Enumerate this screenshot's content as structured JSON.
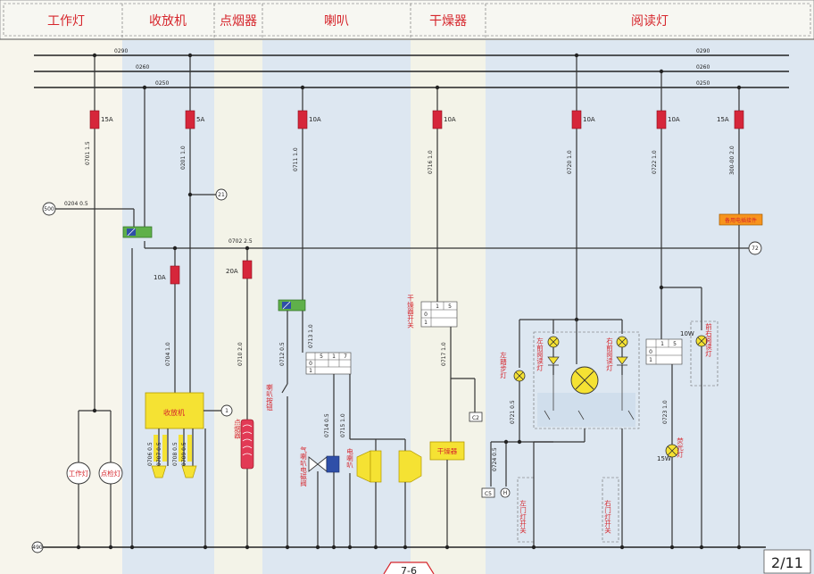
{
  "sections": [
    {
      "label": "工作灯"
    },
    {
      "label": "收放机"
    },
    {
      "label": "点烟器"
    },
    {
      "label": "喇叭"
    },
    {
      "label": "干燥器"
    },
    {
      "label": "阅读灯"
    }
  ],
  "bus_labels": {
    "b290": "0290",
    "b260": "0260",
    "b250": "0250"
  },
  "fuses": {
    "f1": "15A",
    "f2": "5A",
    "f3": "10A",
    "f4": "10A",
    "f5": "10A",
    "f6": "10A",
    "f7": "15A",
    "f8": "10A",
    "f9": "20A"
  },
  "wires": {
    "w0701": "0701 1.5",
    "w0201": "0201 1.0",
    "w0711": "0711 1.0",
    "w0716": "0716 1.0",
    "w0720": "0720 1.0",
    "w0722": "0722 1.0",
    "w0204": "0204 0.5",
    "w0702": "0702 2.5",
    "w0704": "0704 1.0",
    "w0710": "0710 2.0",
    "w0712": "0712 0.5",
    "w0713": "0713 1.0",
    "w0717": "0717 1.0",
    "w0721": "0721 0.5",
    "w0723": "0723 1.0",
    "w0714": "0714 0.5",
    "w0715": "0715 1.0",
    "w0724": "0724 0.5",
    "w0706": "0706 0.5",
    "w0707": "0707 0.5",
    "w0708": "0708 0.5",
    "w0709": "0709 0.5",
    "w0300": "300-00 2.0"
  },
  "nodes": {
    "n500": "500",
    "n21": "21",
    "n72": "72",
    "n1": "1",
    "n490": "490",
    "nC2": "C2",
    "nC5": "C5",
    "nH": "H"
  },
  "components": {
    "radio": "收放机",
    "work_lamp": "工作灯",
    "inspection_lamp": "点检灯",
    "cigar": "点烟器",
    "dryer": "干燥器",
    "spare_socket": "备用电插接件",
    "horn_button": "喇叭按钮",
    "air_horn_valve": "气喇叭电磁阀",
    "electric_horn": "电喇叭",
    "dryer_switch": "干燥器开关",
    "left_step_lamp": "左踏步灯",
    "left_front_reading": "左前阅读灯",
    "right_front_reading": "右前阅读灯",
    "front_right_reading": "前右阅读灯",
    "fluorescent": "荧光灯",
    "left_door_switch": "左门灯开关",
    "right_door_switch": "右门灯开关",
    "fluor_power": "15W",
    "bulb_power": "10W"
  },
  "connector": {
    "row1": [
      "1",
      "5"
    ],
    "row0": "0",
    "rowb": "1"
  },
  "conn7": [
    "5",
    "1",
    "7"
  ],
  "page_number": "2/11",
  "bottom_tab": "7-6",
  "colors": {
    "red_text": "#d6262c",
    "fuse": "#d6263a",
    "yellow": "#f5e233",
    "blue_band": "#dde7f1"
  }
}
